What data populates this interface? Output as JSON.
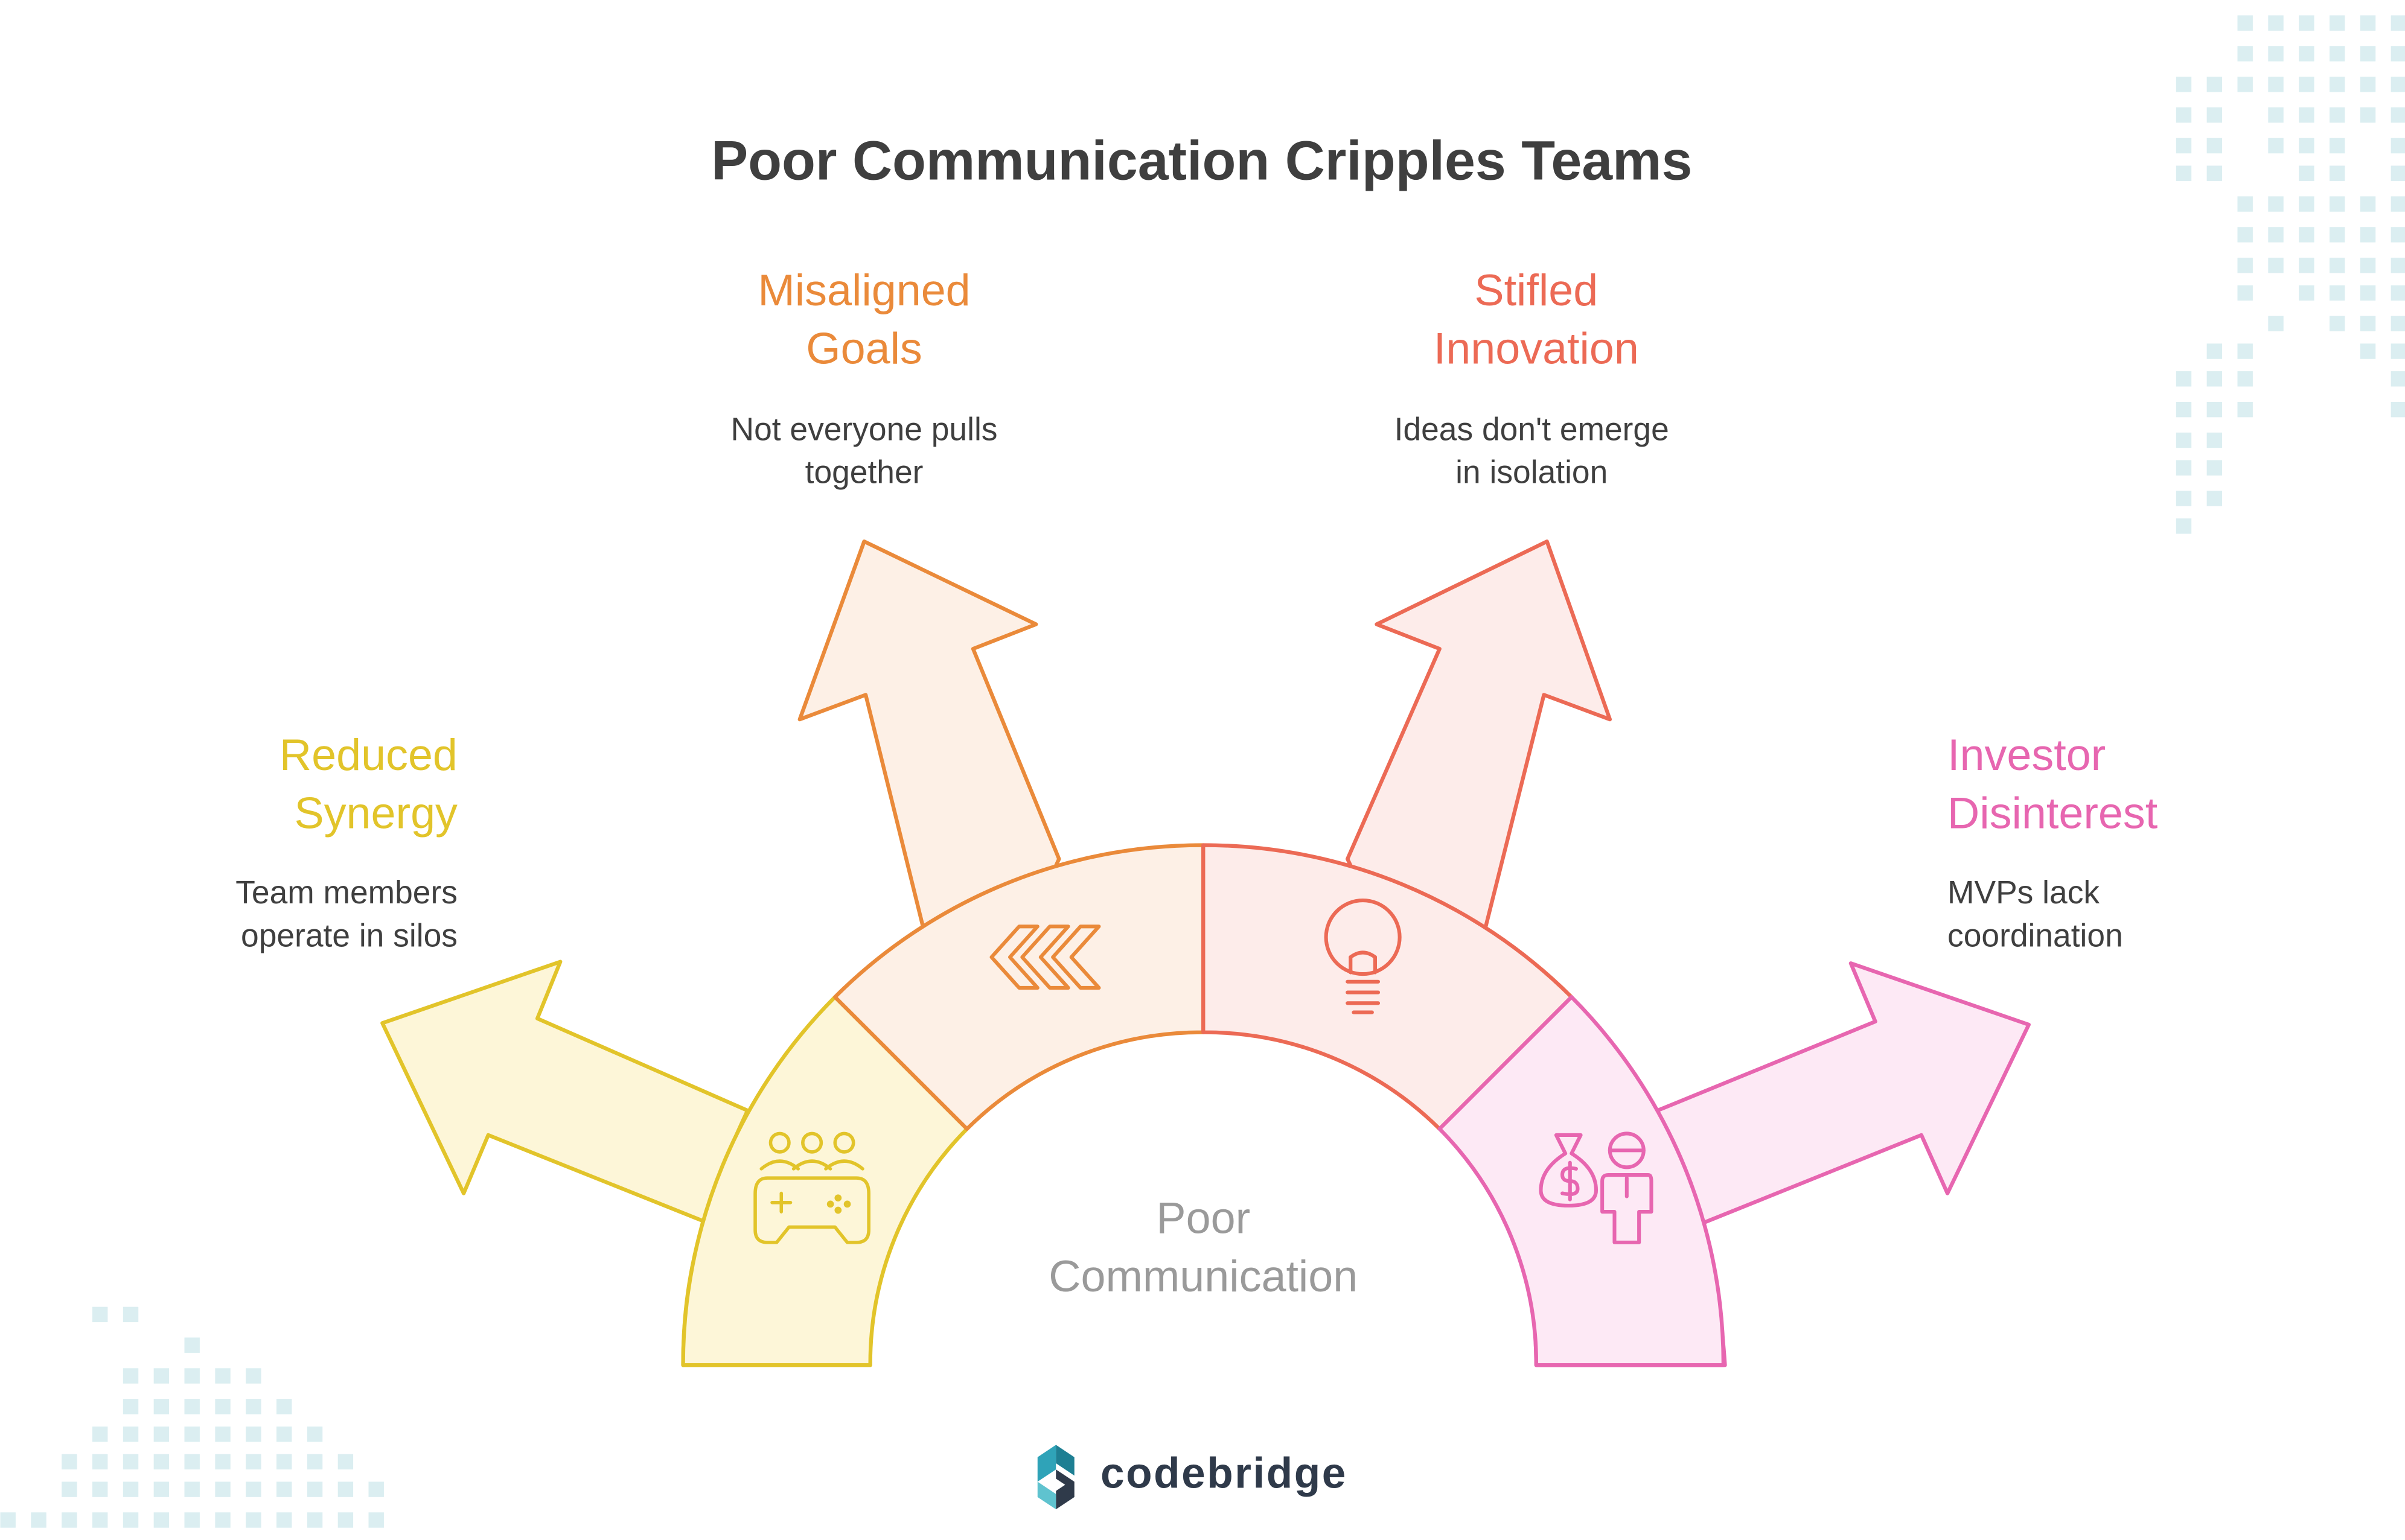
{
  "title": "Poor Communication Cripples Teams",
  "center_label": {
    "line1": "Poor",
    "line2": "Communication"
  },
  "branches": [
    {
      "key": "reduced-synergy",
      "title_line1": "Reduced",
      "title_line2": "Synergy",
      "desc_line1": "Team members",
      "desc_line2": "operate in silos",
      "icon": "game-controller-team-icon",
      "color": "#e2c42a",
      "fill": "#fdf6d8"
    },
    {
      "key": "misaligned-goals",
      "title_line1": "Misaligned",
      "title_line2": "Goals",
      "desc_line1": "Not everyone pulls",
      "desc_line2": "together",
      "icon": "double-chevron-left-icon",
      "color": "#ea8a3a",
      "fill": "#fdf0e6"
    },
    {
      "key": "stifled-innovation",
      "title_line1": "Stifled",
      "title_line2": "Innovation",
      "desc_line1": "Ideas don't emerge",
      "desc_line2": "in isolation",
      "icon": "lightbulb-icon",
      "color": "#ec6a55",
      "fill": "#fdecea"
    },
    {
      "key": "investor-disinterest",
      "title_line1": "Investor",
      "title_line2": "Disinterest",
      "desc_line1": "MVPs lack",
      "desc_line2": "coordination",
      "icon": "money-bag-investor-icon",
      "color": "#e766b0",
      "fill": "#fde9f5"
    }
  ],
  "brand": {
    "name": "codebridge",
    "color": "#2f3a4a",
    "accent": "#2fa3b8"
  },
  "colors": {
    "title": "#3f3f3f",
    "desc": "#3f3f3f",
    "center": "#9a9a9a",
    "dots": "#dbeef1"
  }
}
